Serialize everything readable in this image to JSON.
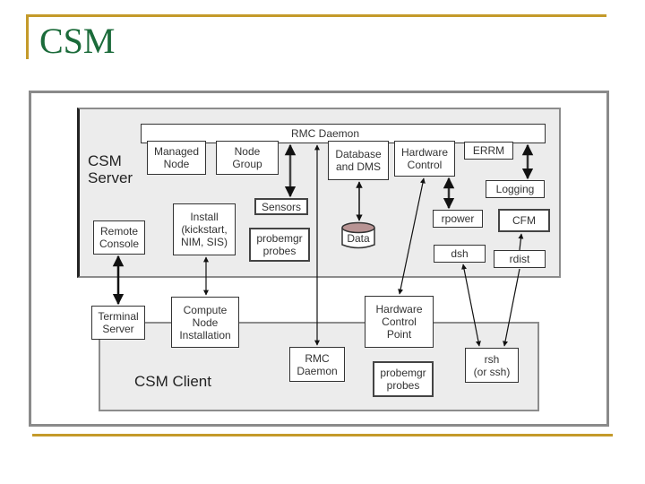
{
  "slide": {
    "title": "CSM",
    "accent_color": "#c49a2a",
    "title_color": "#1b6b3a"
  },
  "diagram": {
    "regions": {
      "server": "CSM\nServer",
      "client": "CSM Client"
    },
    "server_components": {
      "rmc_daemon": "RMC Daemon",
      "managed_node": "Managed\nNode",
      "node_group": "Node\nGroup",
      "database": "Database\nand DMS",
      "hardware_control": "Hardware\nControl",
      "errm": "ERRM",
      "logging": "Logging",
      "sensors": "Sensors",
      "data": "Data",
      "rpower": "rpower",
      "cfm": "CFM",
      "remote_console": "Remote\nConsole",
      "install": "Install\n(kickstart,\nNIM, SIS)",
      "probemgr": "probemgr\nprobes",
      "dsh": "dsh",
      "rdist": "rdist"
    },
    "boundary_components": {
      "terminal_server": "Terminal\nServer",
      "compute_node_installation": "Compute\nNode\nInstallation",
      "hardware_control_point": "Hardware\nControl\nPoint"
    },
    "client_components": {
      "rmc_daemon": "RMC\nDaemon",
      "probemgr": "probemgr\nprobes",
      "rsh": "rsh\n(or ssh)"
    },
    "data_store_color": "#b89494"
  }
}
